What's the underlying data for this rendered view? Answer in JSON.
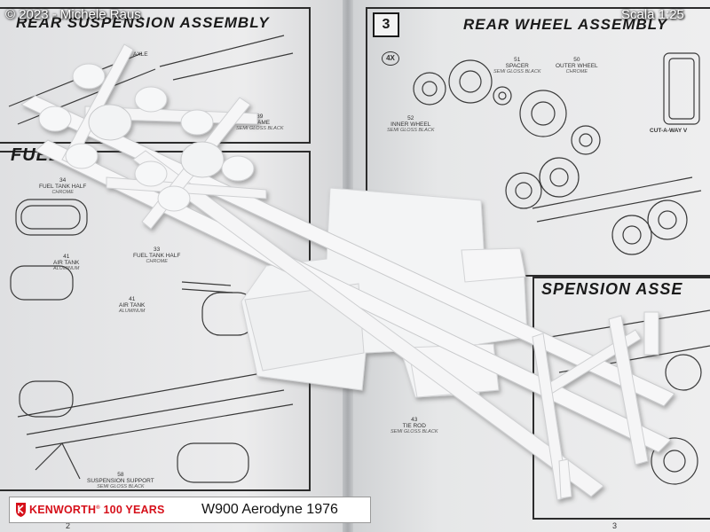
{
  "photo": {
    "copyright": "© 2023 - Michele Raus",
    "scale": "Scala 1:25",
    "caption": {
      "brand": "KENWORTH",
      "years": "100 YEARS",
      "model": "W900 Aerodyne 1976"
    }
  },
  "instructions": {
    "left_page": {
      "section_top": "REAR SUSPENSION ASSEMBLY",
      "section_mid": "FUEL",
      "page_number": "2",
      "parts": [
        {
          "label": "AXLE"
        },
        {
          "label": "FRAME",
          "number": "39",
          "finish": "SEMI GLOSS BLACK"
        },
        {
          "label": "FUEL TANK HALF",
          "number": "34",
          "finish": "CHROME"
        },
        {
          "label": "FUEL TANK HALF",
          "number": "33",
          "finish": "CHROME"
        },
        {
          "label": "AIR TANK",
          "number": "41",
          "finish": "ALUMINUM"
        },
        {
          "label": "AIR TANK",
          "number": "41",
          "finish": "ALUMINUM"
        },
        {
          "label": "SUSPENSION SUPPORT",
          "number": "58",
          "finish": "SEMI GLOSS BLACK"
        }
      ]
    },
    "right_page": {
      "step_number": "3",
      "section_top": "REAR WHEEL ASSEMBLY",
      "section_mid": "SPENSION ASSE",
      "multiplier": "4X",
      "cutaway": "CUT-A-WAY V",
      "page_number": "3",
      "parts": [
        {
          "label": "INNER WHEEL",
          "number": "52",
          "finish": "SEMI GLOSS BLACK"
        },
        {
          "label": "SPACER",
          "number": "51",
          "finish": "SEMI GLOSS BLACK"
        },
        {
          "label": "OUTER WHEEL",
          "number": "50",
          "finish": "CHROME"
        },
        {
          "label": "TIE ROD",
          "number": "43",
          "finish": "SEMI GLOSS BLACK"
        }
      ]
    }
  },
  "colors": {
    "brand_red": "#d6101a",
    "plastic": "#f4f5f6",
    "paper": "#e9eaeb",
    "ink": "#1a1a1a"
  }
}
